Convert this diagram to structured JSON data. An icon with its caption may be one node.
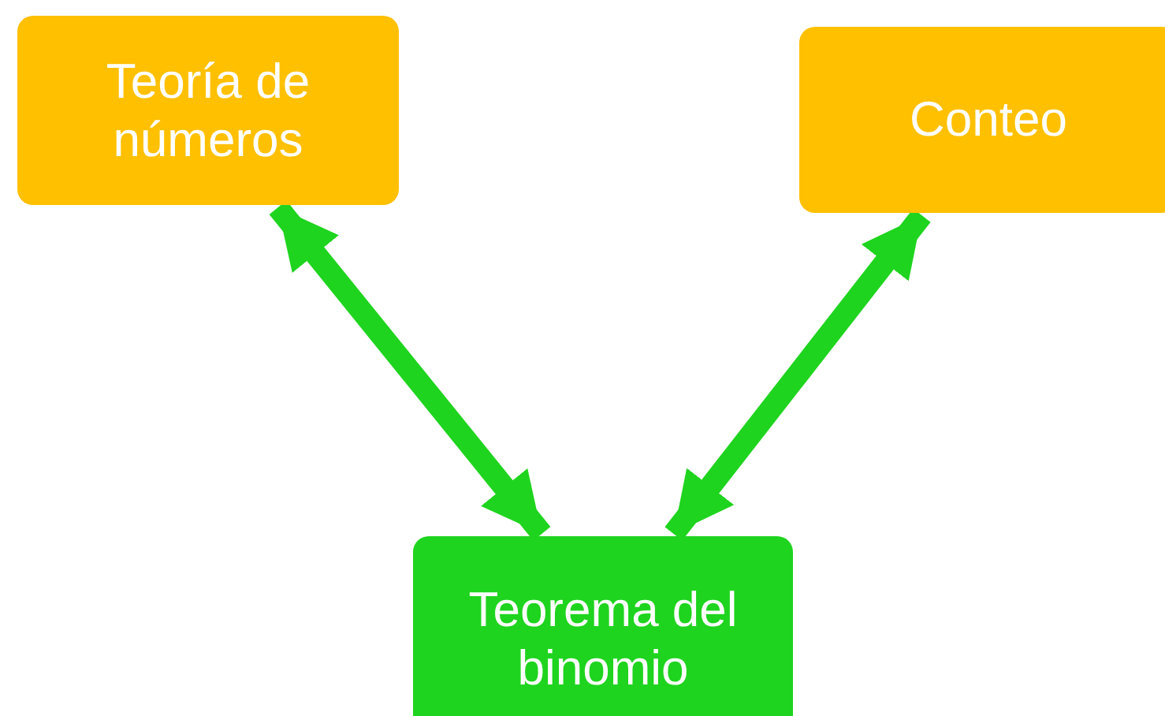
{
  "diagram": {
    "nodes": [
      {
        "text": [
          "Teoría de números"
        ]
      },
      {
        "text": [
          "Conteo"
        ]
      },
      {
        "text": [
          "Teorema del binomio"
        ]
      }
    ],
    "edges": [
      {
        "from": 0,
        "to": 2,
        "arrow": "both"
      },
      {
        "from": 1,
        "to": 2,
        "arrow": "both"
      }
    ]
  }
}
